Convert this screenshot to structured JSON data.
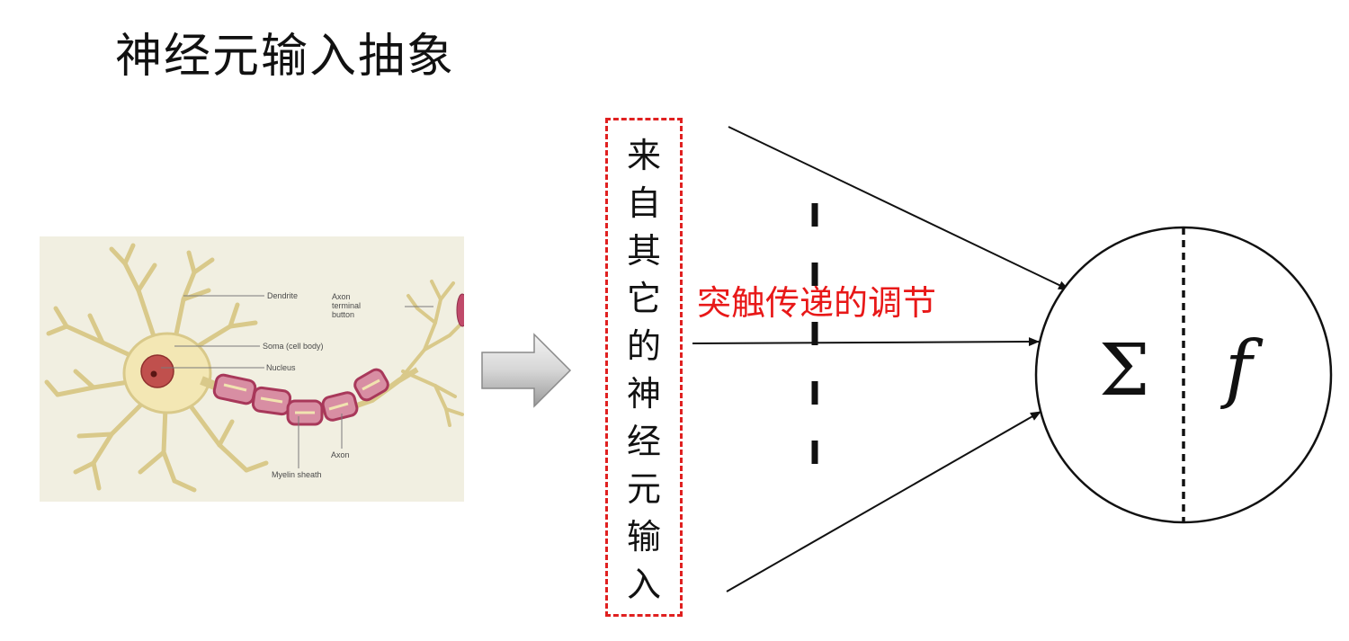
{
  "title": "神经元输入抽象",
  "neuron_figure": {
    "labels": {
      "dendrite": "Dendrite",
      "soma": "Soma (cell body)",
      "nucleus": "Nucleus",
      "axon": "Axon",
      "myelin": "Myelin sheath",
      "axon_terminal_1": "Axon",
      "axon_terminal_2": "terminal",
      "axon_terminal_3": "button"
    }
  },
  "inputs_box": {
    "chars": [
      "来",
      "自",
      "其",
      "它",
      "的",
      "神",
      "经",
      "元",
      "输",
      "入"
    ]
  },
  "synapse_label": "突触传递的调节",
  "node": {
    "sum_symbol": "Σ",
    "activation_symbol": "f"
  },
  "colors": {
    "red": "#e81818",
    "neuron_fill": "#f3e7b4",
    "nucleus": "#c0504d",
    "myelin": "#a8385a"
  }
}
